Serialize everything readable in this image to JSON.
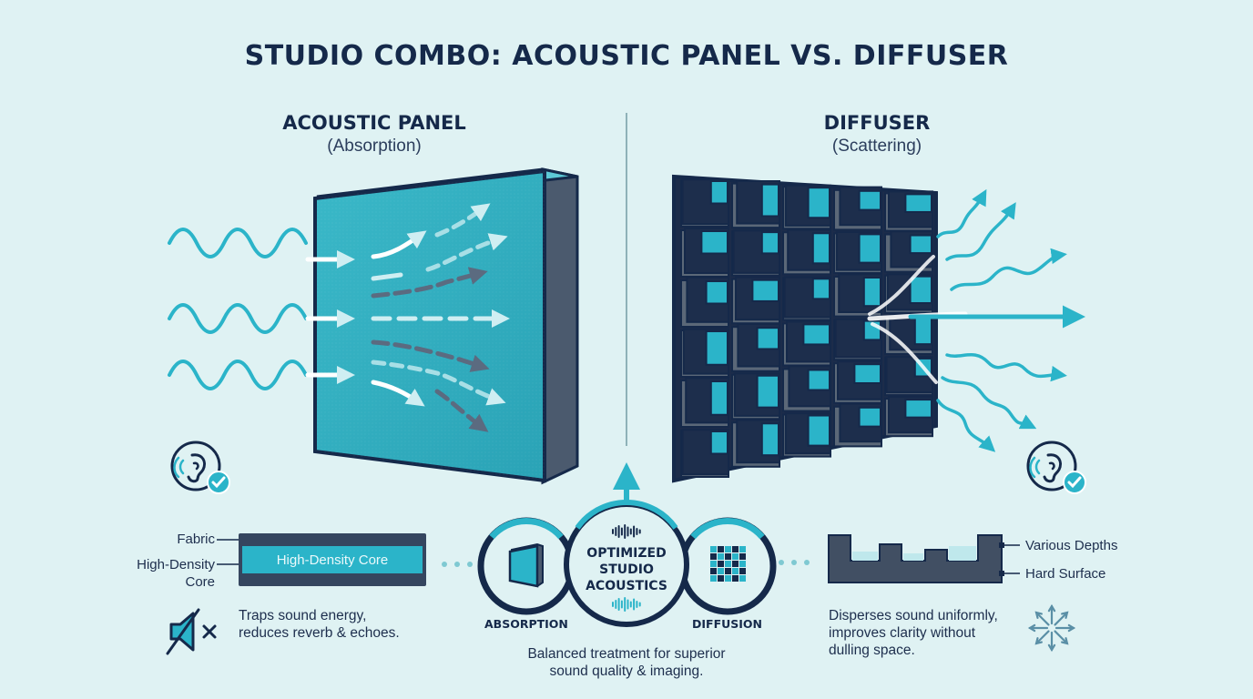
{
  "title": "STUDIO COMBO: ACOUSTIC PANEL VS. DIFFUSER",
  "left": {
    "heading": "ACOUSTIC PANEL",
    "subheading": "(Absorption)",
    "label_fabric": "Fabric",
    "label_core_line1": "High-Density",
    "label_core_line2": "Core",
    "core_bar_text": "High-Density Core",
    "desc_line1": "Traps sound energy,",
    "desc_line2": "reduces reverb & echoes."
  },
  "right": {
    "heading": "DIFFUSER",
    "subheading": "(Scattering)",
    "label_depths": "Various Depths",
    "label_surface": "Hard Surface",
    "desc_line1": "Disperses sound uniformly,",
    "desc_line2": "improves clarity without",
    "desc_line3": "dulling space."
  },
  "center": {
    "line1": "OPTIMIZED",
    "line2": "STUDIO",
    "line3": "ACOUSTICS",
    "absorption": "ABSORPTION",
    "diffusion": "DIFFUSION",
    "caption_line1": "Balanced treatment for superior",
    "caption_line2": "sound quality & imaging."
  },
  "colors": {
    "navy": "#15294a",
    "teal": "#2bb4c9",
    "background": "#dff2f3"
  },
  "icons": [
    "ear-check-icon",
    "mute-speaker-icon",
    "scatter-arrows-icon",
    "sound-wave-icon"
  ]
}
